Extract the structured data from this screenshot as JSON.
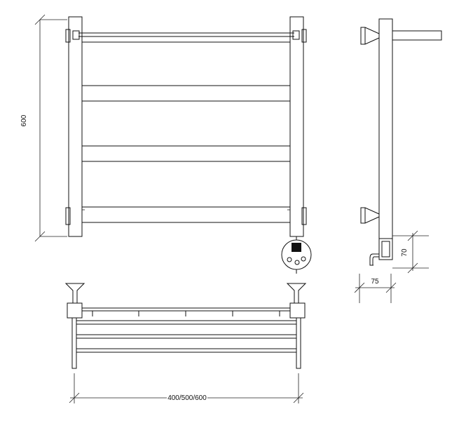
{
  "dimensions": {
    "height_front": "600",
    "width_options": "400/500/600",
    "side_offset": "75",
    "control_height": "70"
  },
  "colors": {
    "line": "#111111",
    "background": "#ffffff",
    "panel": "#111111"
  }
}
